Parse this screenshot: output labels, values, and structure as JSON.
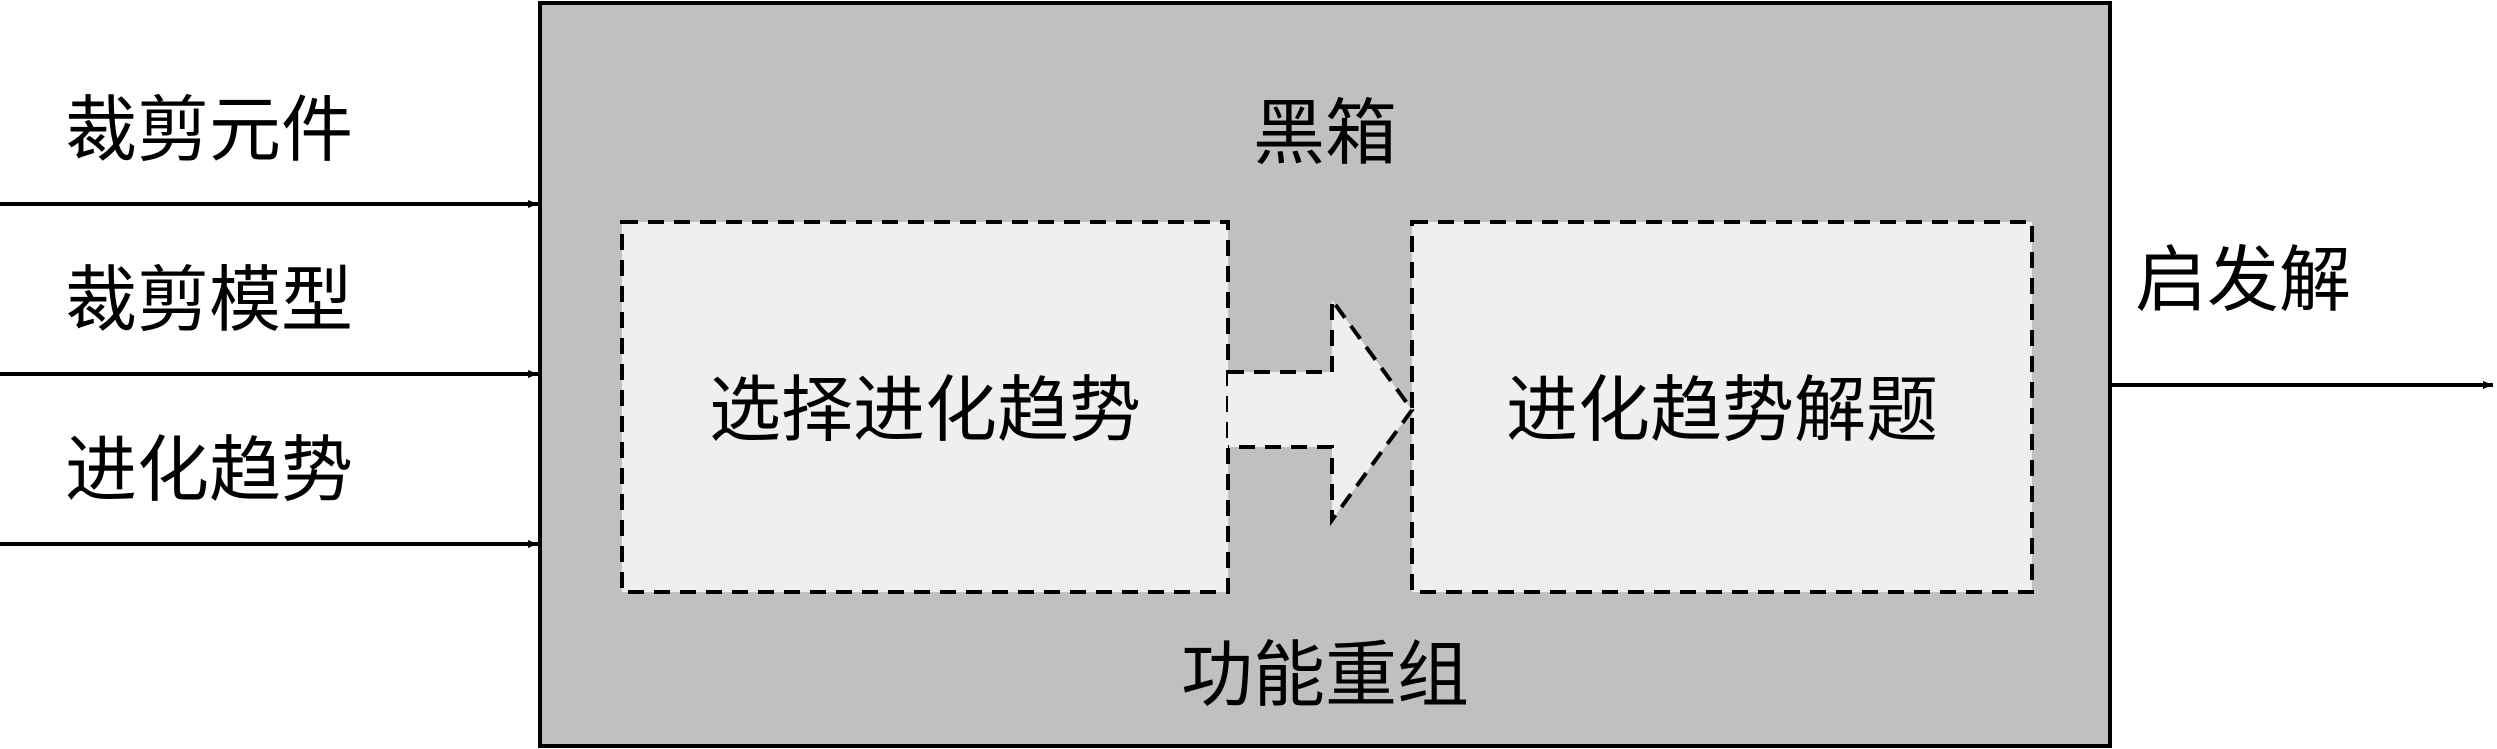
{
  "inputs": [
    {
      "label": "裁剪元件"
    },
    {
      "label": "裁剪模型"
    },
    {
      "label": "进化趋势"
    }
  ],
  "black_box": {
    "title": "黑箱",
    "bottom_label": "功能重组",
    "fill_color": "#c0c0c0",
    "steps": [
      {
        "label": "选择进化趋势"
      },
      {
        "label": "进化趋势解题"
      }
    ],
    "step_fill_color": "#efefef"
  },
  "output": {
    "label": "启发解"
  }
}
